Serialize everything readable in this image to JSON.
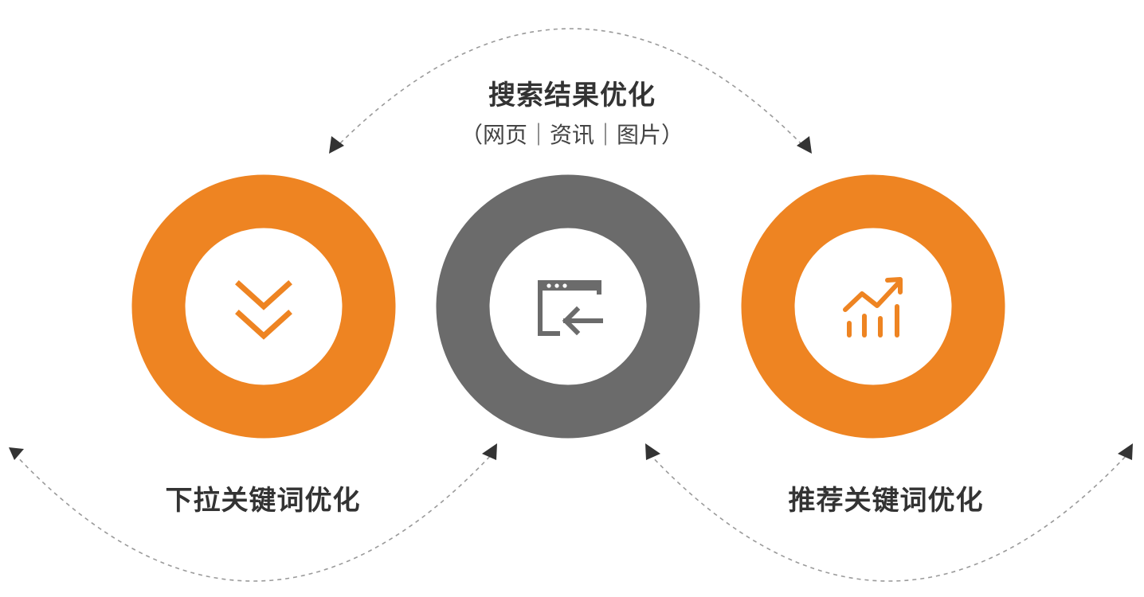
{
  "colors": {
    "accent": "#EE8422",
    "neutral": "#6B6B6B",
    "connector": "#9A9A9A",
    "arrowhead": "#333333"
  },
  "top": {
    "title": "搜索结果优化",
    "subtitle": "（网页｜资讯｜图片）"
  },
  "left": {
    "label": "下拉关键词优化",
    "icon": "double-chevron-down-icon"
  },
  "center": {
    "icon": "browser-back-arrow-icon"
  },
  "right": {
    "label": "推荐关键词优化",
    "icon": "growth-chart-icon"
  }
}
